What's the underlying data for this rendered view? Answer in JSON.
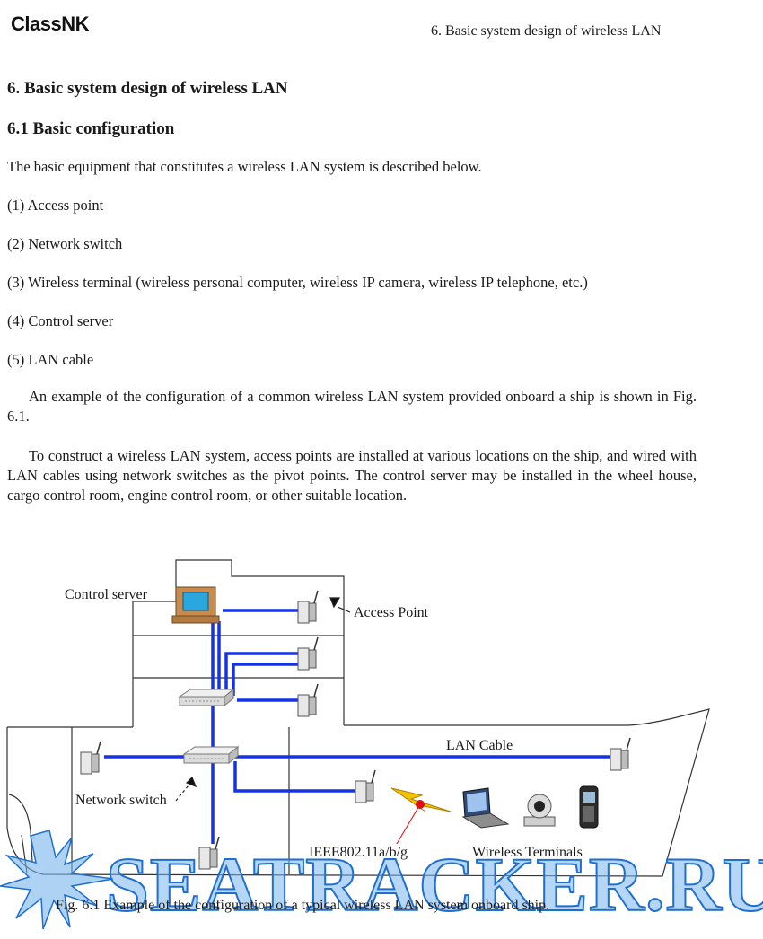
{
  "header": {
    "logo": "ClassNK",
    "running_head": "6. Basic system design of wireless LAN"
  },
  "section": {
    "title": "6. Basic system design of wireless LAN",
    "subtitle": "6.1 Basic configuration",
    "intro": "The basic equipment that constitutes a wireless LAN system is described below.",
    "items": [
      "(1) Access point",
      "(2) Network switch",
      "(3) Wireless terminal (wireless personal computer, wireless IP camera, wireless IP telephone, etc.)",
      "(4) Control server",
      "(5) LAN cable"
    ],
    "para1": "An example of the configuration of a common wireless LAN system provided onboard a ship is shown in Fig. 6.1.",
    "para2": "To construct a wireless LAN system, access points are installed at various locations on the ship, and wired with LAN cables using network switches as the pivot points. The control server may be installed in the wheel house, cargo control room, engine control room, or other suitable location."
  },
  "figure": {
    "labels": {
      "control_server": "Control server",
      "access_point": "Access Point",
      "lan_cable": "LAN Cable",
      "network_switch": "Network switch",
      "standard": "IEEE802.11a/b/g",
      "terminals": "Wireless Terminals"
    },
    "caption": "Fig. 6.1 Example of the configuration of a typical wireless LAN system onboard ship.",
    "cable_color": "#1433e6"
  },
  "watermark": {
    "text": "SEATRACKER.RU",
    "color": "#1e6fd0"
  }
}
